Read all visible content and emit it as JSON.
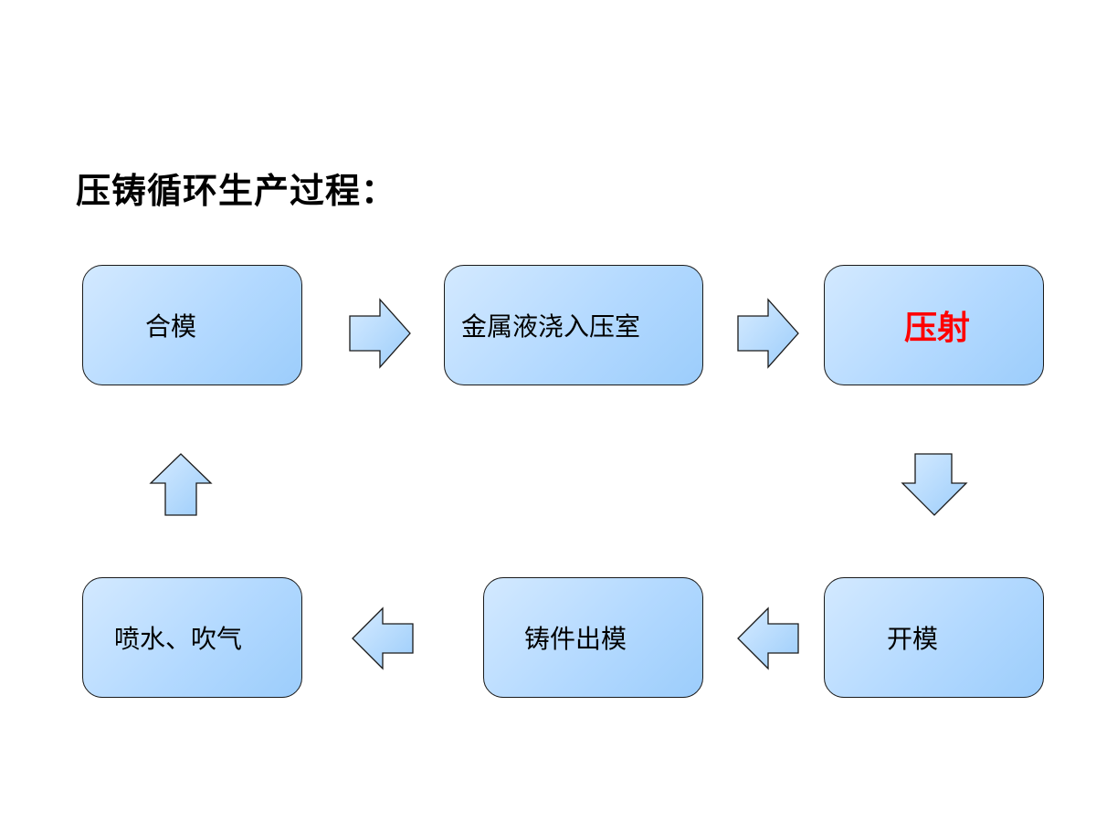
{
  "title": "压铸循环生产过程：",
  "steps": [
    {
      "id": "step-1",
      "label": "合模"
    },
    {
      "id": "step-2",
      "label": "金属液浇入压室"
    },
    {
      "id": "step-3",
      "label": "压射",
      "highlight_color": "#ff0000"
    },
    {
      "id": "step-4",
      "label": "开模"
    },
    {
      "id": "step-5",
      "label": "铸件出模"
    },
    {
      "id": "step-6",
      "label": "喷水、吹气"
    }
  ],
  "colors": {
    "node_fill": "#b3d9ff",
    "node_border": "#1a1a1a",
    "highlight_text": "#ff0000"
  }
}
